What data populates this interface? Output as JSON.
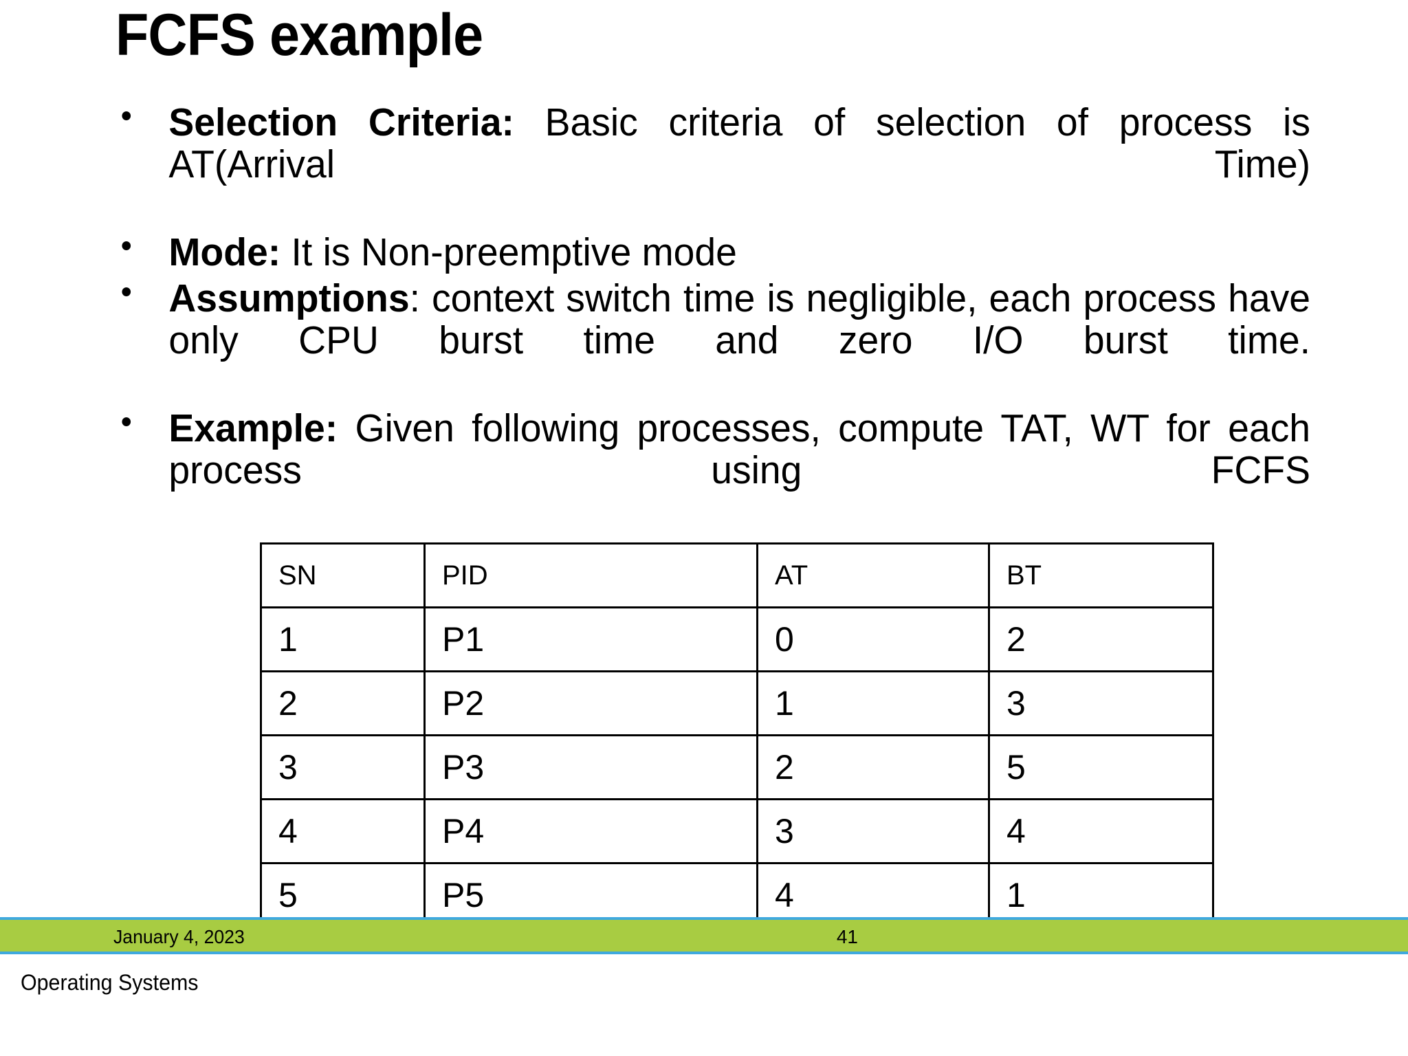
{
  "slide": {
    "title": "FCFS example",
    "bullets": [
      {
        "label": "Selection Criteria:",
        "label_bold": true,
        "text": " Basic criteria of selection of process is AT(Arrival Time)"
      },
      {
        "label": "Mode:",
        "label_bold": true,
        "text": " It is Non-preemptive mode"
      },
      {
        "label": "Assumptions",
        "label_bold": true,
        "text": ": context switch time is negligible, each process have only CPU burst time and zero I/O burst time."
      },
      {
        "label": "Example:",
        "label_bold": true,
        "text": " Given following processes, compute TAT, WT for each process using FCFS"
      }
    ]
  },
  "table": {
    "headers": [
      "SN",
      "PID",
      "AT",
      "BT"
    ],
    "rows": [
      [
        "1",
        "P1",
        "0",
        "2"
      ],
      [
        "2",
        "P2",
        "1",
        "3"
      ],
      [
        "3",
        "P3",
        "2",
        "5"
      ],
      [
        "4",
        "P4",
        "3",
        "4"
      ],
      [
        "5",
        "P5",
        "4",
        "1"
      ]
    ]
  },
  "footer": {
    "date": "January 4, 2023",
    "page_number": "41",
    "subject": "Operating Systems",
    "band_color": "#A8CC42",
    "band_border_color": "#3FA9DE"
  }
}
